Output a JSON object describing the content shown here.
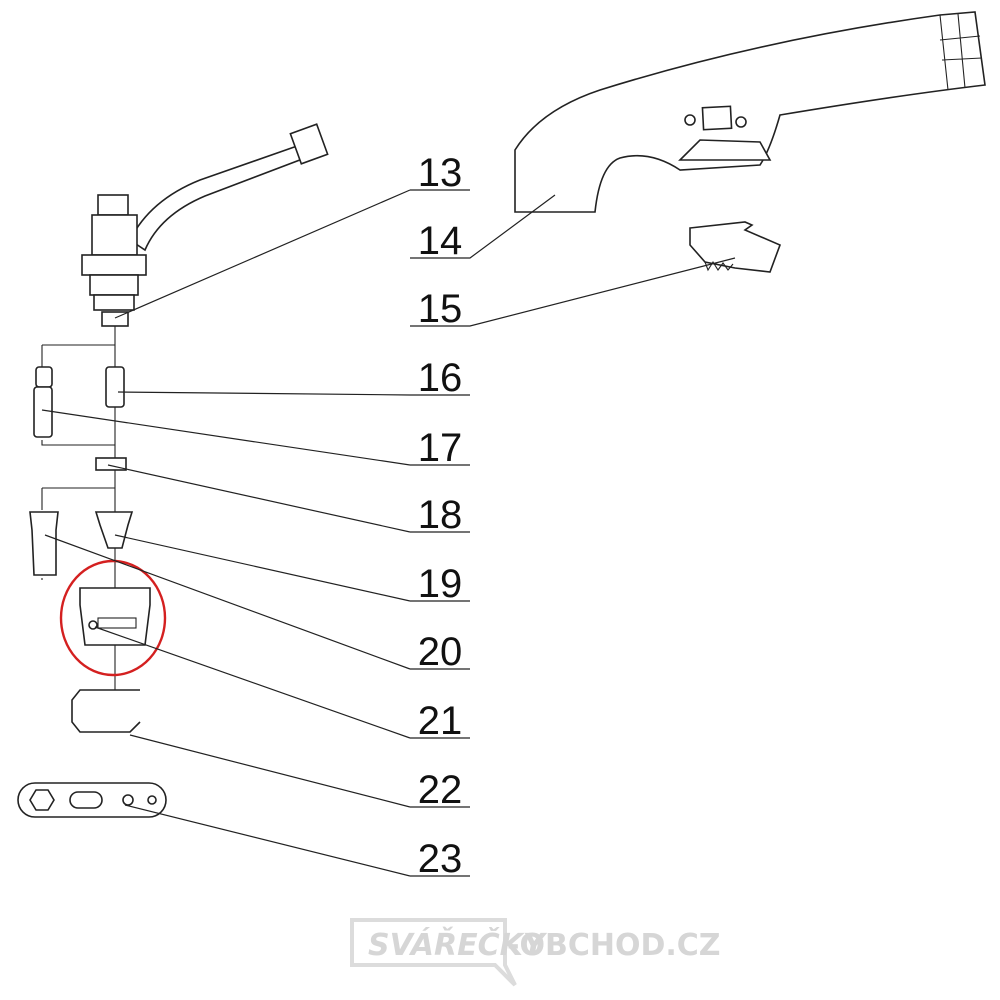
{
  "diagram": {
    "labels": [
      "13",
      "14",
      "15",
      "16",
      "17",
      "18",
      "19",
      "20",
      "21",
      "22",
      "23"
    ],
    "highlight_color": "#d42020",
    "highlighted_label": "21"
  },
  "watermark": {
    "brand": "SVÁŘEČKY",
    "domain": "-OBCHOD.CZ"
  }
}
